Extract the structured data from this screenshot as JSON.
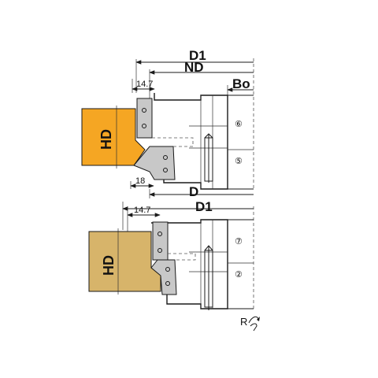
{
  "colors": {
    "workpiece_top": "#f5a623",
    "workpiece_bottom": "#d7b46a",
    "knife": "#c8c8c8",
    "line": "#1a1a1a"
  },
  "top_assembly": {
    "dim_D1": "D1",
    "dim_ND": "ND",
    "dim_Bo": "Bo",
    "dim_D": "D",
    "dim_14_7": "14.7",
    "dim_18": "18",
    "hd_label": "HD",
    "item_upper": "⑥",
    "item_lower": "⑤"
  },
  "bottom_assembly": {
    "dim_D1": "D1",
    "dim_14_7": "14.7",
    "hd_label": "HD",
    "item_upper": "⑦",
    "item_lower": "②",
    "r_label": "R"
  }
}
